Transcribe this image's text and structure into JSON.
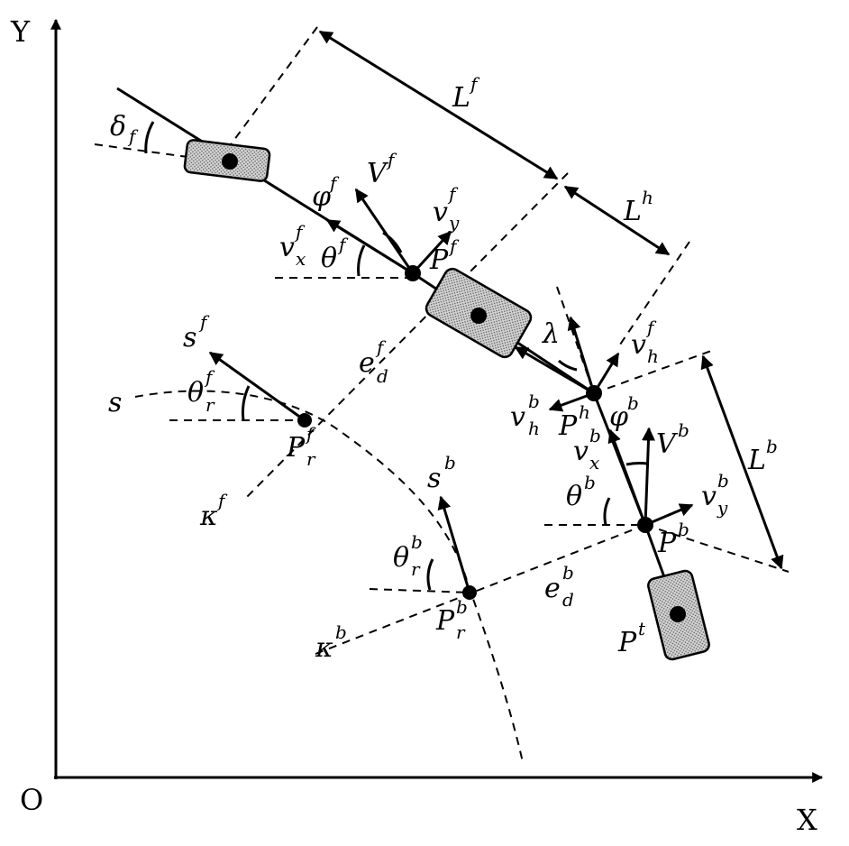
{
  "axes": {
    "x_label": "X",
    "y_label": "Y",
    "origin_label": "O"
  },
  "labels": {
    "delta_f": {
      "main": "δ",
      "sup": "",
      "sub": "f"
    },
    "L_f": {
      "main": "L",
      "sup": "f",
      "sub": ""
    },
    "L_h": {
      "main": "L",
      "sup": "h",
      "sub": ""
    },
    "L_b": {
      "main": "L",
      "sup": "b",
      "sub": ""
    },
    "V_f": {
      "main": "V",
      "sup": "f",
      "sub": ""
    },
    "phi_f": {
      "main": "φ",
      "sup": "f",
      "sub": ""
    },
    "vy_f": {
      "main": "v",
      "sup": "f",
      "sub": "y"
    },
    "vx_f": {
      "main": "v",
      "sup": "f",
      "sub": "x"
    },
    "theta_f": {
      "main": "θ",
      "sup": "f",
      "sub": ""
    },
    "P_f": {
      "main": "P",
      "sup": "f",
      "sub": ""
    },
    "s_f": {
      "main": "s",
      "sup": "f",
      "sub": ""
    },
    "s": {
      "main": "s",
      "sup": "",
      "sub": ""
    },
    "thetar_f": {
      "main": "θ",
      "sup": "f",
      "sub": "r"
    },
    "ed_f": {
      "main": "e",
      "sup": "f",
      "sub": "d"
    },
    "Pr_f": {
      "main": "P",
      "sup": "f",
      "sub": "r"
    },
    "kappa_f": {
      "main": "κ",
      "sup": "f",
      "sub": ""
    },
    "lambda": {
      "main": "λ",
      "sup": "",
      "sub": ""
    },
    "vh_f": {
      "main": "v",
      "sup": "f",
      "sub": "h"
    },
    "vh_b": {
      "main": "v",
      "sup": "b",
      "sub": "h"
    },
    "P_h": {
      "main": "P",
      "sup": "h",
      "sub": ""
    },
    "phi_b": {
      "main": "φ",
      "sup": "b",
      "sub": ""
    },
    "V_b": {
      "main": "V",
      "sup": "b",
      "sub": ""
    },
    "vx_b": {
      "main": "v",
      "sup": "b",
      "sub": "x"
    },
    "theta_b": {
      "main": "θ",
      "sup": "b",
      "sub": ""
    },
    "vy_b": {
      "main": "v",
      "sup": "b",
      "sub": "y"
    },
    "P_b": {
      "main": "P",
      "sup": "b",
      "sub": ""
    },
    "s_b": {
      "main": "s",
      "sup": "b",
      "sub": ""
    },
    "thetar_b": {
      "main": "θ",
      "sup": "b",
      "sub": "r"
    },
    "ed_b": {
      "main": "e",
      "sup": "b",
      "sub": "d"
    },
    "Pr_b": {
      "main": "P",
      "sup": "b",
      "sub": "r"
    },
    "kappa_b": {
      "main": "κ",
      "sup": "b",
      "sub": ""
    },
    "P_t": {
      "main": "P",
      "sup": "t",
      "sub": ""
    }
  }
}
